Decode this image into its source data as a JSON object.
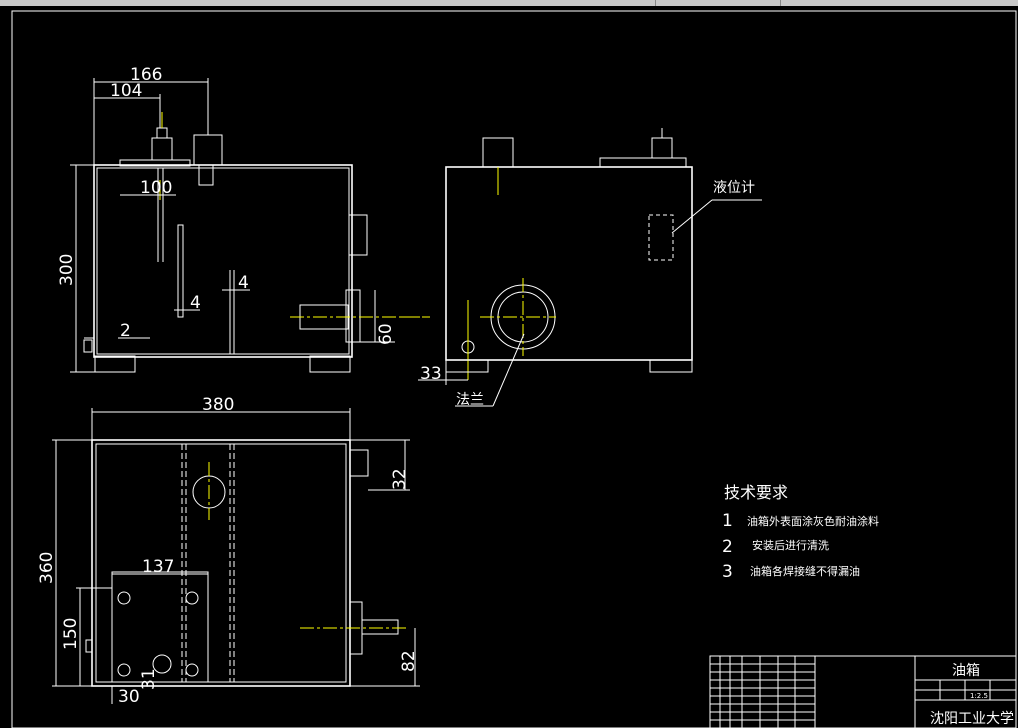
{
  "dimensions": {
    "d166": "166",
    "d104": "104",
    "d100": "100",
    "d300": "300",
    "d4a": "4",
    "d4b": "4",
    "d2": "2",
    "d60": "60",
    "d33": "33",
    "d380": "380",
    "d32": "32",
    "d360": "360",
    "d137": "137",
    "d150": "150",
    "d82": "82",
    "d30": "30",
    "d31": "31"
  },
  "callouts": {
    "level_gauge": "液位计",
    "flange": "法兰"
  },
  "tech": {
    "title": "技术要求",
    "items": [
      {
        "num": "1",
        "text": "油箱外表面涂灰色耐油涂料"
      },
      {
        "num": "2",
        "text": "安装后进行清洗"
      },
      {
        "num": "3",
        "text": "油箱各焊接缝不得漏油"
      }
    ]
  },
  "titleblock": {
    "part_name": "油箱",
    "scale": "1:2.5",
    "school": "沈阳工业大学"
  }
}
